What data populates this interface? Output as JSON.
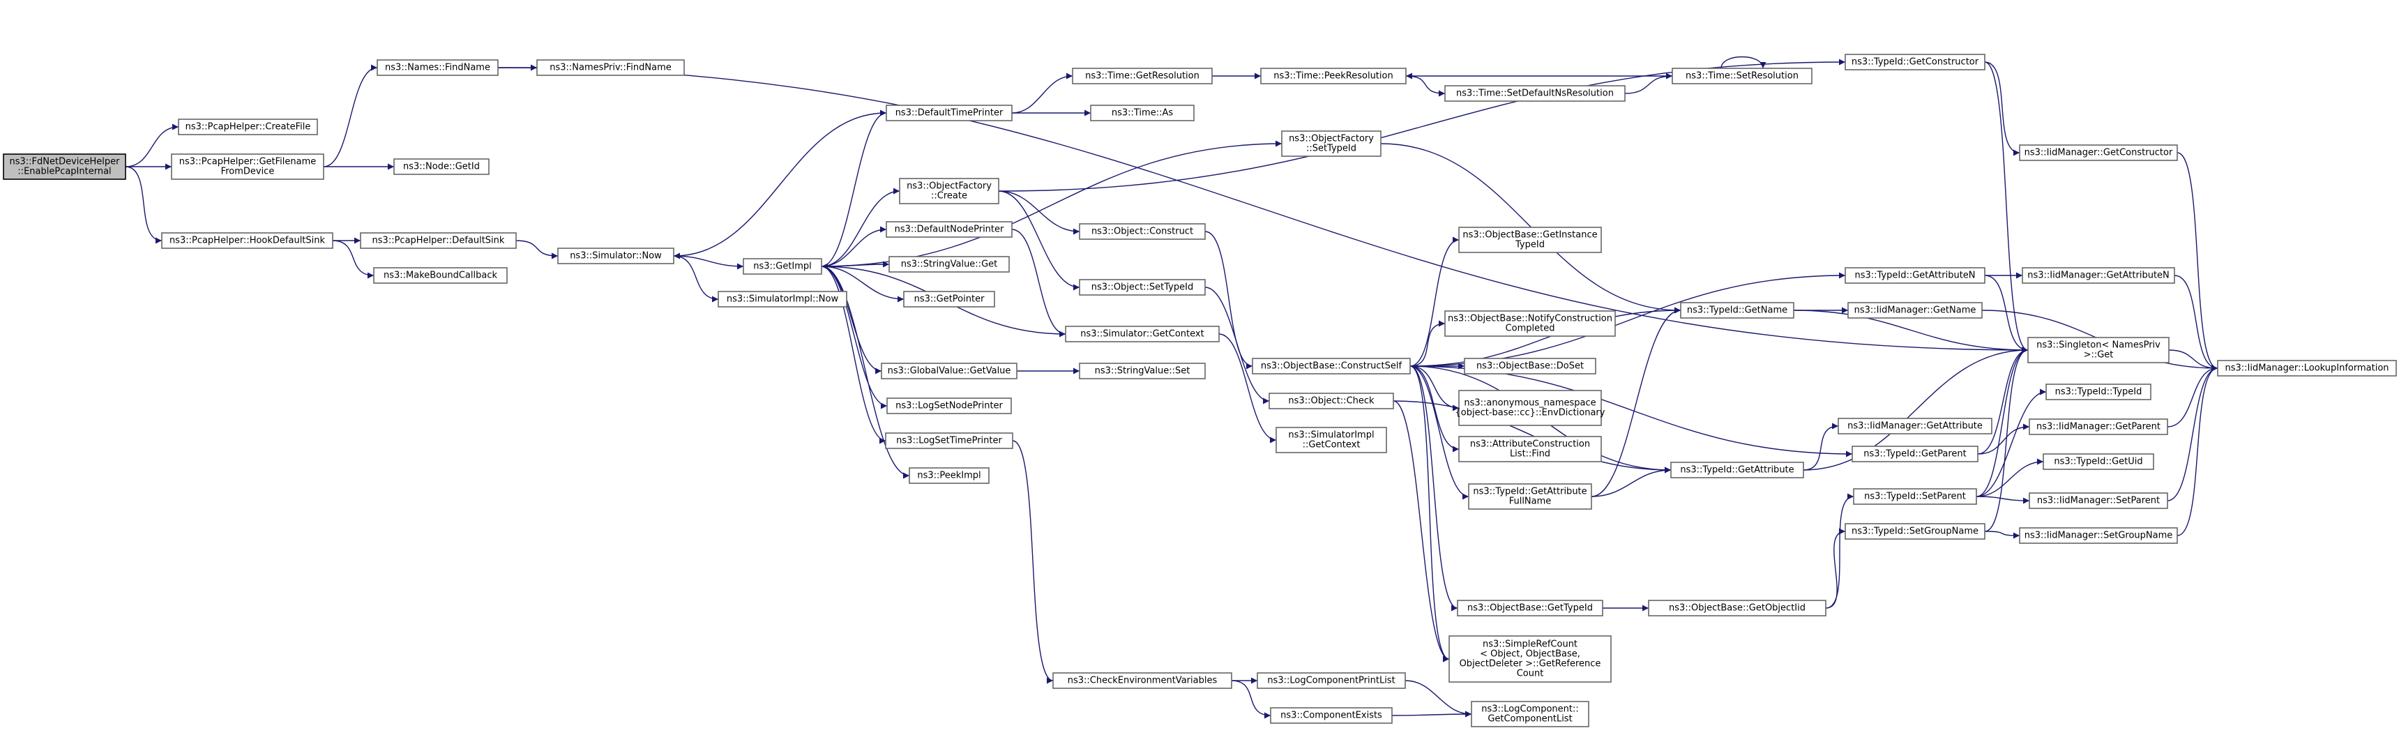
{
  "colors": {
    "edge": "#191970",
    "node_border": "#666666",
    "root_fill": "#bfbfbf"
  },
  "nodes": [
    {
      "id": "root",
      "lines": [
        "ns3::FdNetDeviceHelper",
        "::EnablePcapInternal"
      ],
      "root": true
    },
    {
      "id": "createfile",
      "lines": [
        "ns3::PcapHelper::CreateFile"
      ]
    },
    {
      "id": "getfilename",
      "lines": [
        "ns3::PcapHelper::GetFilename",
        "FromDevice"
      ]
    },
    {
      "id": "hookdefaultsink",
      "lines": [
        "ns3::PcapHelper::HookDefaultSink"
      ]
    },
    {
      "id": "namesfind",
      "lines": [
        "ns3::Names::FindName"
      ]
    },
    {
      "id": "namesprivfind",
      "lines": [
        "ns3::NamesPriv::FindName"
      ]
    },
    {
      "id": "nodegetid",
      "lines": [
        "ns3::Node::GetId"
      ]
    },
    {
      "id": "defaultsink",
      "lines": [
        "ns3::PcapHelper::DefaultSink"
      ]
    },
    {
      "id": "makebound",
      "lines": [
        "ns3::MakeBoundCallback"
      ]
    },
    {
      "id": "simnow",
      "lines": [
        "ns3::Simulator::Now"
      ]
    },
    {
      "id": "getimpl",
      "lines": [
        "ns3::GetImpl"
      ]
    },
    {
      "id": "simimplnow",
      "lines": [
        "ns3::SimulatorImpl::Now"
      ]
    },
    {
      "id": "defaulttimeprinter",
      "lines": [
        "ns3::DefaultTimePrinter"
      ]
    },
    {
      "id": "objfactorycreate",
      "lines": [
        "ns3::ObjectFactory",
        "::Create"
      ]
    },
    {
      "id": "defaultnodeprinter",
      "lines": [
        "ns3::DefaultNodePrinter"
      ]
    },
    {
      "id": "stringvalueget",
      "lines": [
        "ns3::StringValue::Get"
      ]
    },
    {
      "id": "getpointer",
      "lines": [
        "ns3::GetPointer"
      ]
    },
    {
      "id": "globalvalueget",
      "lines": [
        "ns3::GlobalValue::GetValue"
      ]
    },
    {
      "id": "logsetnodeprinter",
      "lines": [
        "ns3::LogSetNodePrinter"
      ]
    },
    {
      "id": "logsettimeprinter",
      "lines": [
        "ns3::LogSetTimePrinter"
      ]
    },
    {
      "id": "peekimpl",
      "lines": [
        "ns3::PeekImpl"
      ]
    },
    {
      "id": "timegetres",
      "lines": [
        "ns3::Time::GetResolution"
      ]
    },
    {
      "id": "timeas",
      "lines": [
        "ns3::Time::As"
      ]
    },
    {
      "id": "timepeekres",
      "lines": [
        "ns3::Time::PeekResolution"
      ]
    },
    {
      "id": "timesetdefaultns",
      "lines": [
        "ns3::Time::SetDefaultNsResolution"
      ]
    },
    {
      "id": "timesetres",
      "lines": [
        "ns3::Time::SetResolution"
      ]
    },
    {
      "id": "objfactorysettypeid",
      "lines": [
        "ns3::ObjectFactory",
        "::SetTypeId"
      ]
    },
    {
      "id": "objconstruct",
      "lines": [
        "ns3::Object::Construct"
      ]
    },
    {
      "id": "objsettypeid",
      "lines": [
        "ns3::Object::SetTypeId"
      ]
    },
    {
      "id": "simgetcontext",
      "lines": [
        "ns3::Simulator::GetContext"
      ]
    },
    {
      "id": "stringvalueset",
      "lines": [
        "ns3::StringValue::Set"
      ]
    },
    {
      "id": "simimplgetcontext",
      "lines": [
        "ns3::SimulatorImpl",
        "::GetContext"
      ]
    },
    {
      "id": "checkenv",
      "lines": [
        "ns3::CheckEnvironmentVariables"
      ]
    },
    {
      "id": "logcompprint",
      "lines": [
        "ns3::LogComponentPrintList"
      ]
    },
    {
      "id": "compexists",
      "lines": [
        "ns3::ComponentExists"
      ]
    },
    {
      "id": "logcompgetlist",
      "lines": [
        "ns3::LogComponent::",
        "GetComponentList"
      ]
    },
    {
      "id": "constructself",
      "lines": [
        "ns3::ObjectBase::ConstructSelf"
      ]
    },
    {
      "id": "objcheck",
      "lines": [
        "ns3::Object::Check"
      ]
    },
    {
      "id": "getinstancetypeid",
      "lines": [
        "ns3::ObjectBase::GetInstance",
        "TypeId"
      ]
    },
    {
      "id": "notifyconstruction",
      "lines": [
        "ns3::ObjectBase::NotifyConstruction",
        "Completed"
      ]
    },
    {
      "id": "dobaseset",
      "lines": [
        "ns3::ObjectBase::DoSet"
      ]
    },
    {
      "id": "envdictionary",
      "lines": [
        "ns3::anonymous_namespace",
        "{object-base::cc}::EnvDictionary"
      ]
    },
    {
      "id": "attrconstructfind",
      "lines": [
        "ns3::AttributeConstruction",
        "List::Find"
      ]
    },
    {
      "id": "getattrfullname",
      "lines": [
        "ns3::TypeId::GetAttribute",
        "FullName"
      ]
    },
    {
      "id": "objbasegettypeid",
      "lines": [
        "ns3::ObjectBase::GetTypeId"
      ]
    },
    {
      "id": "simplerefcount",
      "lines": [
        "ns3::SimpleRefCount",
        "< Object, ObjectBase,",
        "ObjectDeleter >::GetReference",
        "Count"
      ]
    },
    {
      "id": "typeidgetname",
      "lines": [
        "ns3::TypeId::GetName"
      ]
    },
    {
      "id": "typeidgetattr",
      "lines": [
        "ns3::TypeId::GetAttribute"
      ]
    },
    {
      "id": "getobjectiid",
      "lines": [
        "ns3::ObjectBase::GetObjectIid"
      ]
    },
    {
      "id": "typeidgetctor",
      "lines": [
        "ns3::TypeId::GetConstructor"
      ]
    },
    {
      "id": "typeidgetattrn",
      "lines": [
        "ns3::TypeId::GetAttributeN"
      ]
    },
    {
      "id": "iidgetname",
      "lines": [
        "ns3::IidManager::GetName"
      ]
    },
    {
      "id": "iidgetattr",
      "lines": [
        "ns3::IidManager::GetAttribute"
      ]
    },
    {
      "id": "typeidgetparent",
      "lines": [
        "ns3::TypeId::GetParent"
      ]
    },
    {
      "id": "typeidsetparent",
      "lines": [
        "ns3::TypeId::SetParent"
      ]
    },
    {
      "id": "typeidsetgroup",
      "lines": [
        "ns3::TypeId::SetGroupName"
      ]
    },
    {
      "id": "iidgetctor",
      "lines": [
        "ns3::IidManager::GetConstructor"
      ]
    },
    {
      "id": "iidgetattrn",
      "lines": [
        "ns3::IidManager::GetAttributeN"
      ]
    },
    {
      "id": "singletonget",
      "lines": [
        "ns3::Singleton< NamesPriv",
        ">::Get"
      ]
    },
    {
      "id": "typeidtypeid",
      "lines": [
        "ns3::TypeId::TypeId"
      ]
    },
    {
      "id": "iidgetparent",
      "lines": [
        "ns3::IidManager::GetParent"
      ]
    },
    {
      "id": "typeidgetuid",
      "lines": [
        "ns3::TypeId::GetUid"
      ]
    },
    {
      "id": "iidsetparent",
      "lines": [
        "ns3::IidManager::SetParent"
      ]
    },
    {
      "id": "iidsetgroup",
      "lines": [
        "ns3::IidManager::SetGroupName"
      ]
    },
    {
      "id": "iidlookup",
      "lines": [
        "ns3::IidManager::LookupInformation"
      ]
    }
  ],
  "edges": [
    [
      "root",
      "createfile"
    ],
    [
      "root",
      "getfilename"
    ],
    [
      "root",
      "hookdefaultsink"
    ],
    [
      "getfilename",
      "namesfind"
    ],
    [
      "getfilename",
      "nodegetid"
    ],
    [
      "namesfind",
      "namesprivfind"
    ],
    [
      "namesfind",
      "singletonget"
    ],
    [
      "hookdefaultsink",
      "defaultsink"
    ],
    [
      "hookdefaultsink",
      "makebound"
    ],
    [
      "defaultsink",
      "simnow"
    ],
    [
      "simnow",
      "getimpl"
    ],
    [
      "simnow",
      "simimplnow"
    ],
    [
      "getimpl",
      "defaulttimeprinter"
    ],
    [
      "getimpl",
      "objfactorycreate"
    ],
    [
      "getimpl",
      "defaultnodeprinter"
    ],
    [
      "getimpl",
      "stringvalueget"
    ],
    [
      "getimpl",
      "getpointer"
    ],
    [
      "getimpl",
      "globalvalueget"
    ],
    [
      "getimpl",
      "logsetnodeprinter"
    ],
    [
      "getimpl",
      "logsettimeprinter"
    ],
    [
      "getimpl",
      "peekimpl"
    ],
    [
      "getimpl",
      "objfactorysettypeid"
    ],
    [
      "defaulttimeprinter",
      "simnow"
    ],
    [
      "defaulttimeprinter",
      "timegetres"
    ],
    [
      "defaulttimeprinter",
      "timeas"
    ],
    [
      "timegetres",
      "timepeekres"
    ],
    [
      "timepeekres",
      "timesetdefaultns"
    ],
    [
      "timesetdefaultns",
      "timesetres"
    ],
    [
      "timesetres",
      "timepeekres"
    ],
    [
      "timesetres",
      "timesetres"
    ],
    [
      "objfactorycreate",
      "objconstruct"
    ],
    [
      "objfactorycreate",
      "objsettypeid"
    ],
    [
      "objfactorycreate",
      "typeidgetctor"
    ],
    [
      "defaultnodeprinter",
      "simgetcontext"
    ],
    [
      "simgetcontext",
      "getimpl"
    ],
    [
      "simgetcontext",
      "simimplgetcontext"
    ],
    [
      "globalvalueget",
      "stringvalueset"
    ],
    [
      "logsettimeprinter",
      "checkenv"
    ],
    [
      "checkenv",
      "logcompprint"
    ],
    [
      "checkenv",
      "compexists"
    ],
    [
      "logcompprint",
      "logcompgetlist"
    ],
    [
      "compexists",
      "logcompgetlist"
    ],
    [
      "objconstruct",
      "constructself"
    ],
    [
      "objsettypeid",
      "objcheck"
    ],
    [
      "objfactorysettypeid",
      "typeidgetname"
    ],
    [
      "constructself",
      "getinstancetypeid"
    ],
    [
      "constructself",
      "notifyconstruction"
    ],
    [
      "constructself",
      "dobaseset"
    ],
    [
      "constructself",
      "envdictionary"
    ],
    [
      "constructself",
      "attrconstructfind"
    ],
    [
      "constructself",
      "getattrfullname"
    ],
    [
      "constructself",
      "objbasegettypeid"
    ],
    [
      "constructself",
      "simplerefcount"
    ],
    [
      "constructself",
      "typeidgetname"
    ],
    [
      "constructself",
      "typeidgetattr"
    ],
    [
      "constructself",
      "typeidgetattrn"
    ],
    [
      "constructself",
      "typeidgetparent"
    ],
    [
      "objcheck",
      "typeidgetattr"
    ],
    [
      "objcheck",
      "simplerefcount"
    ],
    [
      "getattrfullname",
      "typeidgetname"
    ],
    [
      "getattrfullname",
      "typeidgetattr"
    ],
    [
      "objbasegettypeid",
      "getobjectiid"
    ],
    [
      "getobjectiid",
      "typeidsetparent"
    ],
    [
      "getobjectiid",
      "typeidsetgroup"
    ],
    [
      "typeidgetname",
      "iidgetname"
    ],
    [
      "typeidgetname",
      "singletonget"
    ],
    [
      "typeidgetattr",
      "iidgetattr"
    ],
    [
      "typeidgetattr",
      "singletonget"
    ],
    [
      "typeidgetctor",
      "iidgetctor"
    ],
    [
      "typeidgetctor",
      "singletonget"
    ],
    [
      "typeidgetattrn",
      "iidgetattrn"
    ],
    [
      "typeidgetattrn",
      "singletonget"
    ],
    [
      "typeidgetparent",
      "iidgetparent"
    ],
    [
      "typeidgetparent",
      "singletonget"
    ],
    [
      "typeidsetparent",
      "typeidtypeid"
    ],
    [
      "typeidsetparent",
      "typeidgetuid"
    ],
    [
      "typeidsetparent",
      "iidsetparent"
    ],
    [
      "typeidsetparent",
      "singletonget"
    ],
    [
      "typeidsetgroup",
      "iidsetgroup"
    ],
    [
      "typeidsetgroup",
      "singletonget"
    ],
    [
      "iidgetctor",
      "iidlookup"
    ],
    [
      "iidgetattrn",
      "iidlookup"
    ],
    [
      "iidgetname",
      "iidlookup"
    ],
    [
      "iidgetparent",
      "iidlookup"
    ],
    [
      "iidsetparent",
      "iidlookup"
    ],
    [
      "iidsetgroup",
      "iidlookup"
    ],
    [
      "singletonget",
      "iidlookup"
    ]
  ]
}
